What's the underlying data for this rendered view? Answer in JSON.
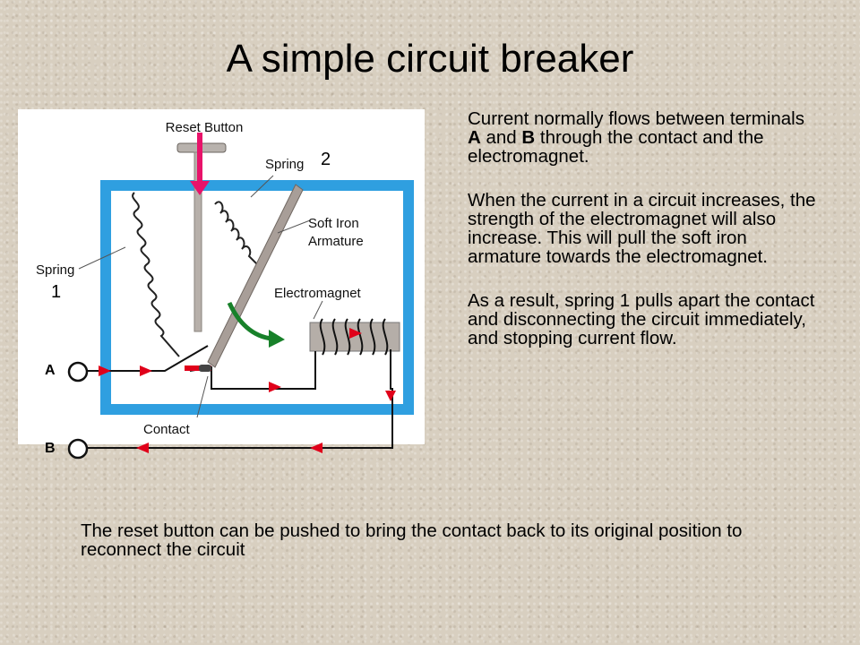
{
  "slide": {
    "title": "A simple circuit breaker"
  },
  "diagram": {
    "labels": {
      "reset_button": "Reset Button",
      "spring_top": "Spring",
      "soft_iron": "Soft Iron",
      "armature": "Armature",
      "electromagnet": "Electromagnet",
      "spring_left": "Spring",
      "contact": "Contact"
    },
    "annotations": {
      "number_1": "1",
      "number_2": "2",
      "terminal_a": "A",
      "terminal_b": "B"
    },
    "colors": {
      "frame": "#2f9fe0",
      "arrow_red": "#e0001a",
      "reset_arrow": "#e8136a",
      "motion_arrow": "#18812a",
      "armature": "#a89e98"
    }
  },
  "text": {
    "p1": {
      "before_a": "Current normally flows between terminals ",
      "a": "A",
      "between": " and ",
      "b": "B",
      "after_b": " through the contact and the electromagnet."
    },
    "p2": "When the current in a circuit increases, the strength of the electromagnet will also increase. This will pull the soft iron armature towards the electromagnet.",
    "p3": "As a result, spring 1 pulls apart the contact and disconnecting the circuit immediately, and stopping current flow.",
    "footer": "The reset button can be pushed to bring the contact back to its original position to reconnect the circuit"
  }
}
